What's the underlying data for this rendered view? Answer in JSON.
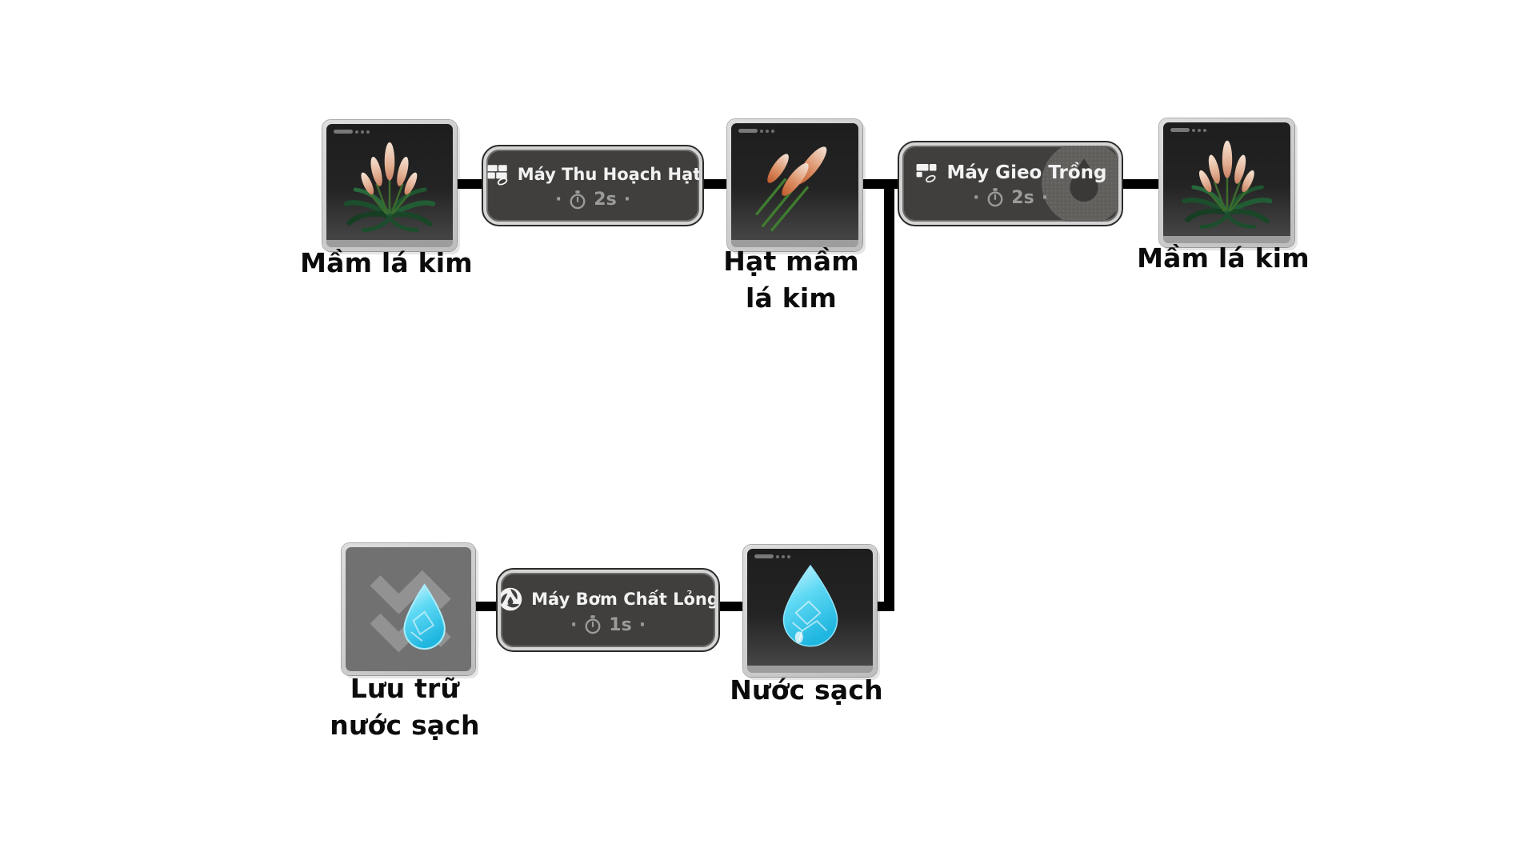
{
  "canvas": {
    "background": "#ffffff"
  },
  "colors": {
    "connector": "#000000",
    "badge_fill": "#403f3d",
    "badge_border": "#d5d5d5",
    "badge_title_text": "#f2f2f2",
    "badge_timer_text": "#9b9b9b",
    "card_frame": "#c9c9c9",
    "card_dark_body": "#232323",
    "card_light_body": "#717171",
    "label_text": "#0c0c0c",
    "water_accent": "#3ecdf0",
    "plant_green": "#1e5531",
    "catkin_pink": "#e9c0a6"
  },
  "ui": {
    "dot": "·"
  },
  "icons": {
    "conifer_seedling": "plant-with-catkins-icon",
    "conifer_seeds": "three-seed-pods-icon",
    "clean_water": "water-drop-icon",
    "water_storage": "double-chevron-storage-icon-with-drop",
    "seed_harvester": "panel-grid-leaf-icon",
    "planter": "machine-leaf-icon",
    "liquid_pump": "turbine-pump-icon",
    "timer": "stopwatch-icon",
    "water_requirement": "drop-watermark-icon"
  },
  "nodes": {
    "item_seedling_left": {
      "label": "Mầm lá kim"
    },
    "item_seed": {
      "label_line1": "Hạt mầm",
      "label_line2": "lá kim"
    },
    "item_seedling_right": {
      "label": "Mầm lá kim"
    },
    "item_water_storage": {
      "label_line1": "Lưu trữ",
      "label_line2": "nước sạch"
    },
    "item_clean_water": {
      "label": "Nước sạch"
    }
  },
  "machines": {
    "seed_harvester": {
      "title": "Máy Thu Hoạch Hạt",
      "time": "2s"
    },
    "planter": {
      "title": "Máy Gieo Trồng",
      "time": "2s"
    },
    "liquid_pump": {
      "title": "Máy Bơm Chất Lỏng",
      "time": "1s"
    }
  },
  "edges": [
    {
      "from": "Mầm lá kim",
      "to": "Máy Thu Hoạch Hạt"
    },
    {
      "from": "Máy Thu Hoạch Hạt",
      "to": "Hạt mầm lá kim"
    },
    {
      "from": "Hạt mầm lá kim",
      "to": "Máy Gieo Trồng"
    },
    {
      "from": "Nước sạch",
      "to": "Máy Gieo Trồng"
    },
    {
      "from": "Máy Gieo Trồng",
      "to": "Mầm lá kim"
    },
    {
      "from": "Lưu trữ nước sạch",
      "to": "Máy Bơm Chất Lỏng"
    },
    {
      "from": "Máy Bơm Chất Lỏng",
      "to": "Nước sạch"
    }
  ]
}
